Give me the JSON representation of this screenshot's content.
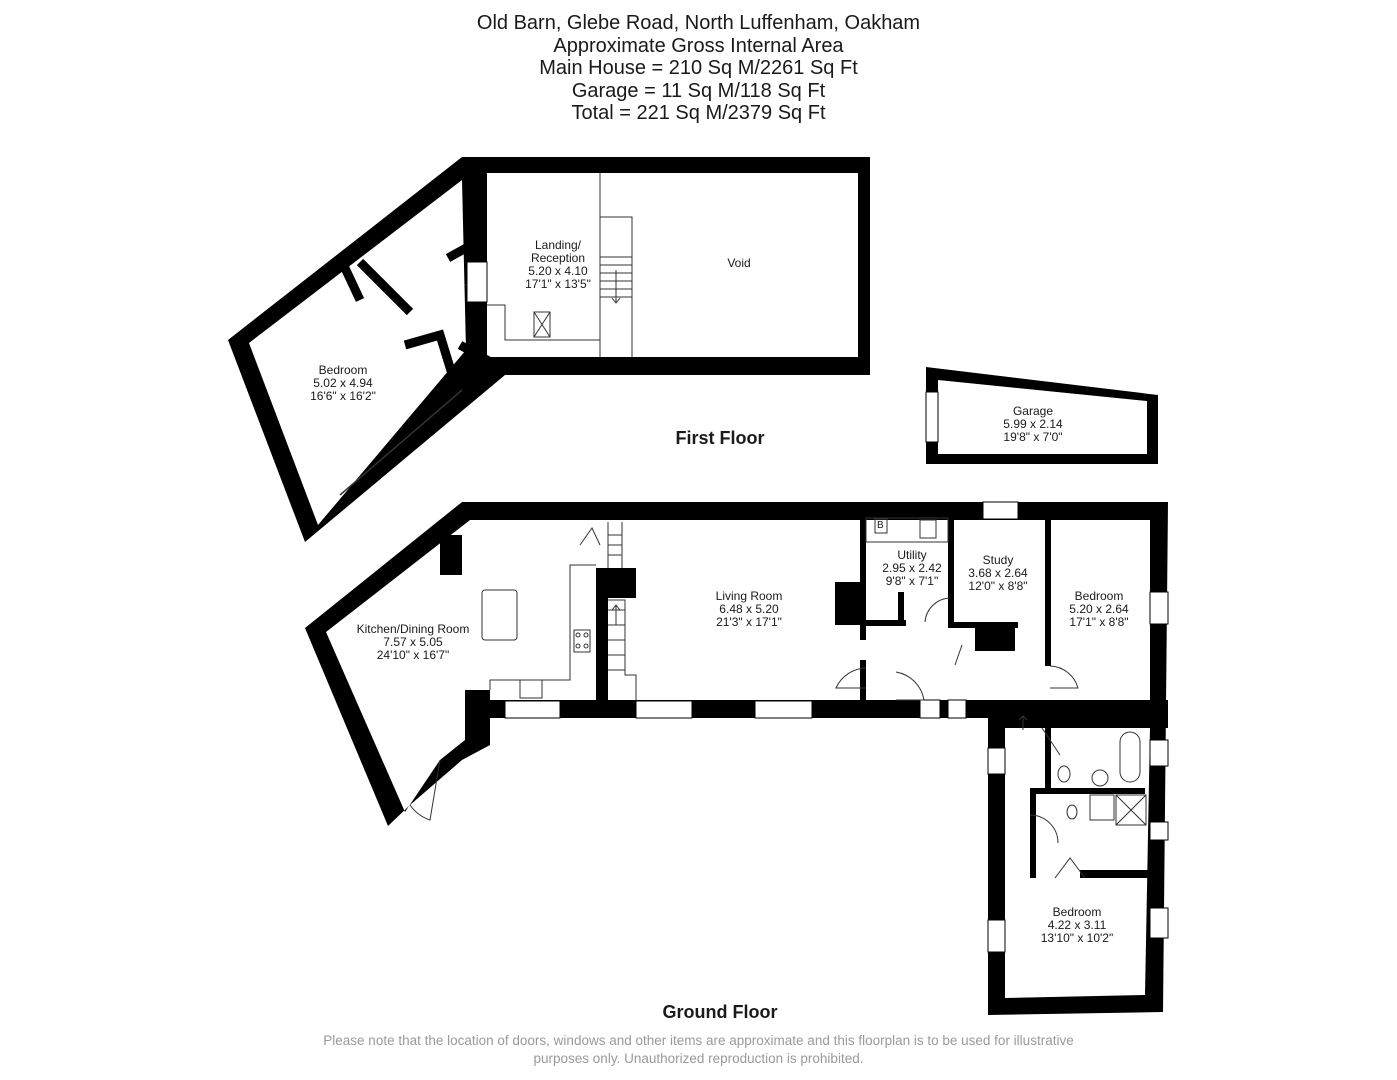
{
  "header": {
    "lines": [
      "Old Barn, Glebe Road, North Luffenham, Oakham",
      "Approximate Gross Internal Area",
      "Main House = 210 Sq M/2261 Sq Ft",
      "Garage = 11 Sq M/118 Sq Ft",
      "Total = 221 Sq M/2379 Sq Ft"
    ]
  },
  "first_floor": {
    "label": "First Floor",
    "rooms": [
      {
        "name": "Landing/",
        "name2": "Reception",
        "metric": "5.20 x 4.10",
        "imperial": "17'1\" x 13'5\""
      },
      {
        "name": "Void"
      },
      {
        "name": "Bedroom",
        "metric": "5.02 x 4.94",
        "imperial": "16'6\" x 16'2\""
      }
    ]
  },
  "garage": {
    "name": "Garage",
    "metric": "5.99 x 2.14",
    "imperial": "19'8\" x 7'0\""
  },
  "ground_floor": {
    "label": "Ground Floor",
    "boiler_label": "B",
    "rooms": [
      {
        "name": "Kitchen/Dining Room",
        "metric": "7.57 x 5.05",
        "imperial": "24'10\" x 16'7\""
      },
      {
        "name": "Living Room",
        "metric": "6.48 x 5.20",
        "imperial": "21'3\" x 17'1\""
      },
      {
        "name": "Utility",
        "metric": "2.95 x 2.42",
        "imperial": "9'8\" x 7'1\""
      },
      {
        "name": "Study",
        "metric": "3.68 x 2.64",
        "imperial": "12'0\" x 8'8\""
      },
      {
        "name": "Bedroom",
        "metric": "5.20 x 2.64",
        "imperial": "17'1\" x 8'8\""
      },
      {
        "name": "Bedroom",
        "metric": "4.22 x 3.11",
        "imperial": "13'10\" x 10'2\""
      }
    ]
  },
  "footer": {
    "line1": "Please note that the location of doors, windows and other items are approximate and this floorplan is to be used for illustrative",
    "line2": "purposes only. Unauthorized reproduction is prohibited."
  },
  "colors": {
    "wall": "#000000",
    "text": "#1a1a1a",
    "footer": "#9a9a9a"
  }
}
